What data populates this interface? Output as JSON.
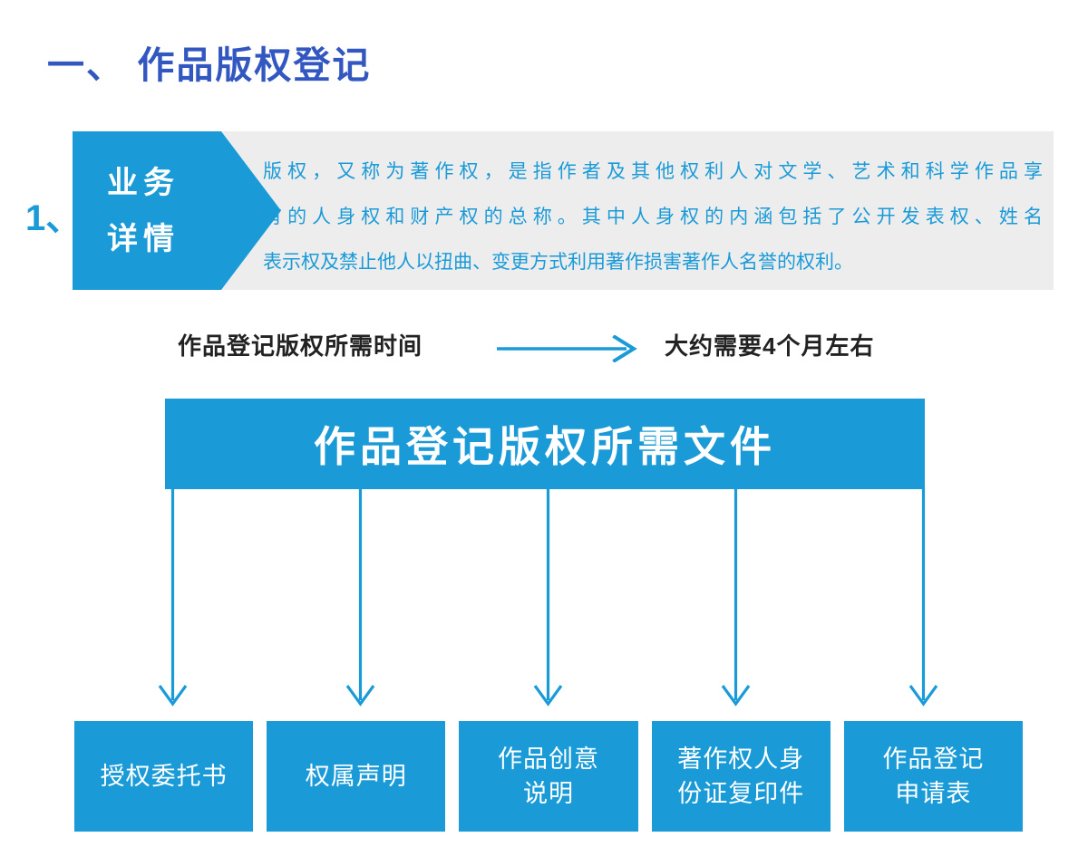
{
  "theme": {
    "title_color": "#3257c0",
    "accent_blue": "#1a9bd8",
    "panel_gray": "#ededed",
    "text_dark": "#222222",
    "white": "#ffffff"
  },
  "page_title": "一、 作品版权登记",
  "section": {
    "index_label": "1、",
    "badge_line1": "业务",
    "badge_line2": "详情",
    "paragraph_lines": [
      "版权，又称为著作权，是指作者及其他权利人对文学、艺术和科学作品享",
      "有的人身权和财产权的总称。其中人身权的内涵包括了公开发表权、姓名",
      "表示权及禁止他人以扭曲、变更方式利用著作损害著作人名誉的权利。"
    ]
  },
  "duration": {
    "label": "作品登记版权所需时间",
    "arrow": "right-arrow-icon",
    "value": "大约需要4个月左右"
  },
  "documents": {
    "header": "作品登记版权所需文件",
    "items": [
      {
        "line1": "授权委托书",
        "line2": ""
      },
      {
        "line1": "权属声明",
        "line2": ""
      },
      {
        "line1": "作品创意",
        "line2": "说明"
      },
      {
        "line1": "著作权人身",
        "line2": "份证复印件"
      },
      {
        "line1": "作品登记",
        "line2": "申请表"
      }
    ]
  }
}
